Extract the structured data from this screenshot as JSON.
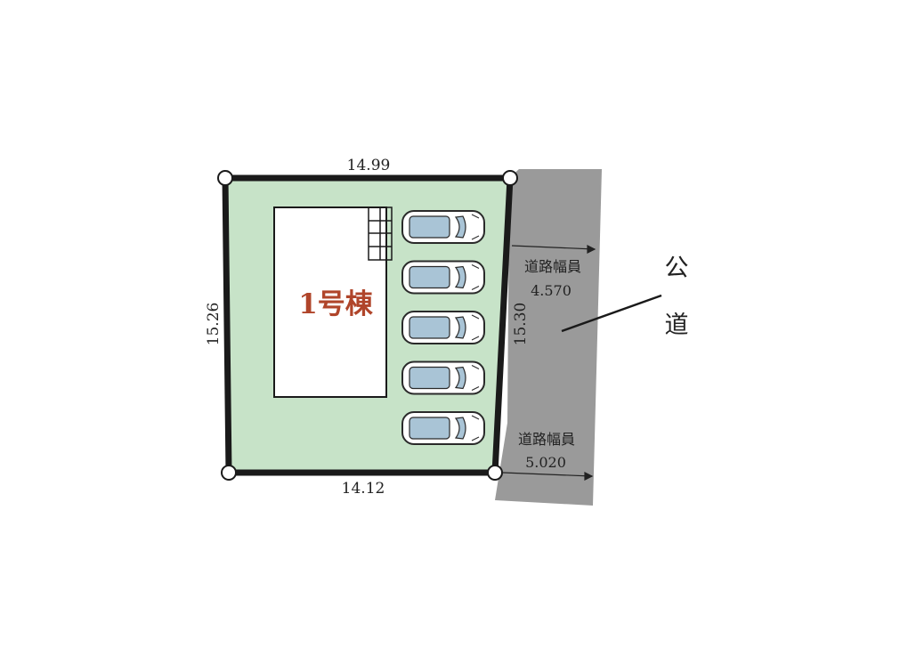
{
  "dimensions": {
    "top": "14.99",
    "bottom": "14.12",
    "left": "15.26",
    "right": "15.30"
  },
  "building": {
    "label": "1号棟"
  },
  "parking": {
    "car_count": 5
  },
  "road_widths": [
    {
      "title": "道路幅員",
      "value": "4.570"
    },
    {
      "title": "道路幅員",
      "value": "5.020"
    }
  ],
  "public_road": {
    "char1": "公",
    "char2": "道"
  },
  "colors": {
    "lot_fill": "#c7e3c8",
    "road_fill": "#9a9a9a",
    "boundary": "#1a1a1a",
    "building_fill": "#ffffff",
    "car_glass": "#a9c4d6",
    "building_text": "#b0452a"
  }
}
